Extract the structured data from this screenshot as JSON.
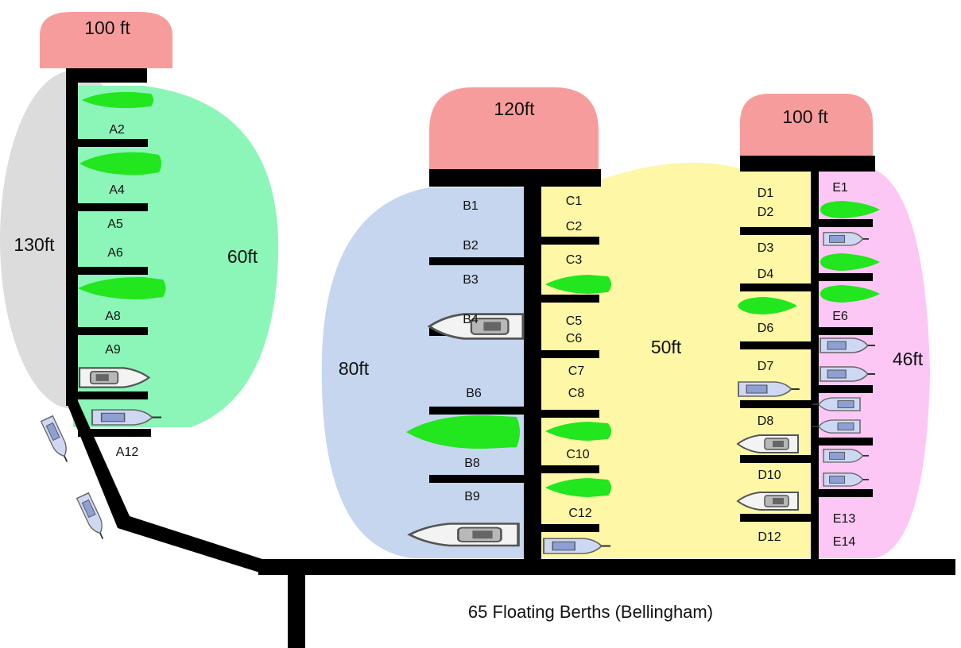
{
  "caption": "65 Floating Berths (Bellingham)",
  "colors": {
    "head": "#f79c9c",
    "dock": "#000000",
    "zone_a_left": "#dcdcdc",
    "zone_a_right": "#8cf5b8",
    "zone_b": "#c5d6ee",
    "zone_cd": "#fdf7a6",
    "zone_e": "#fcc7f4",
    "boat_green": "#22e61e"
  },
  "heads": {
    "a": "100 ft",
    "bc": "120ft",
    "de": "100 ft"
  },
  "dimensions": {
    "a_left": "130ft",
    "a_right": "60ft",
    "b": "80ft",
    "cd": "50ft",
    "e": "46ft"
  },
  "berths": {
    "a": [
      "A2",
      "A4",
      "A5",
      "A6",
      "A8",
      "A9",
      "A12"
    ],
    "b": [
      "B1",
      "B2",
      "B3",
      "B4",
      "B6",
      "B8",
      "B9"
    ],
    "c": [
      "C1",
      "C2",
      "C3",
      "C5",
      "C6",
      "C7",
      "C8",
      "C10",
      "C12"
    ],
    "d": [
      "D1",
      "D2",
      "D3",
      "D4",
      "D6",
      "D7",
      "D8",
      "D10",
      "D12"
    ],
    "e": [
      "E1",
      "E6",
      "E13",
      "E14"
    ]
  },
  "icons": [
    "green-boat-icon",
    "motor-yacht-icon"
  ]
}
